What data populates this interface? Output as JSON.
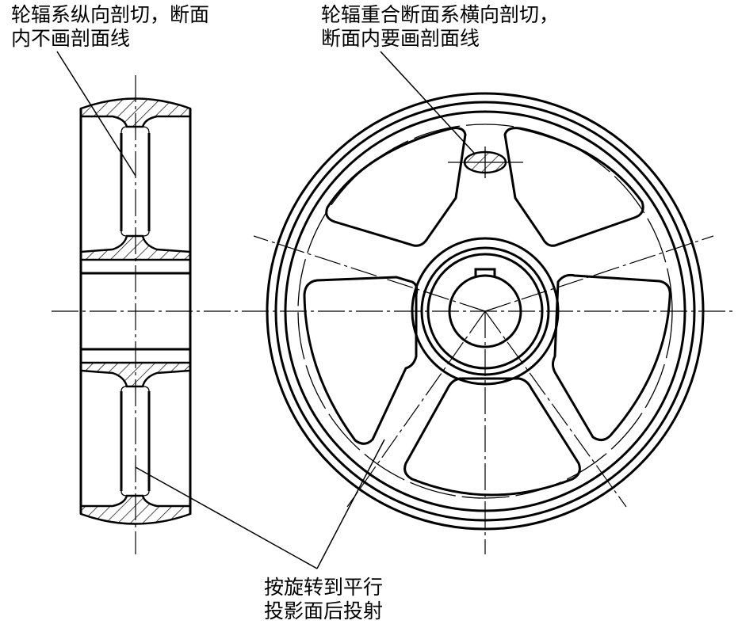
{
  "annotations": {
    "left_line1": "轮辐系纵向剖切，断面",
    "left_line2": "内不画剖面线",
    "right_line1": "轮辐重合断面系横向剖切，",
    "right_line2": "断面内要画剖面线",
    "bottom_line1": "按旋转到平行",
    "bottom_line2": "投影面后投射"
  }
}
